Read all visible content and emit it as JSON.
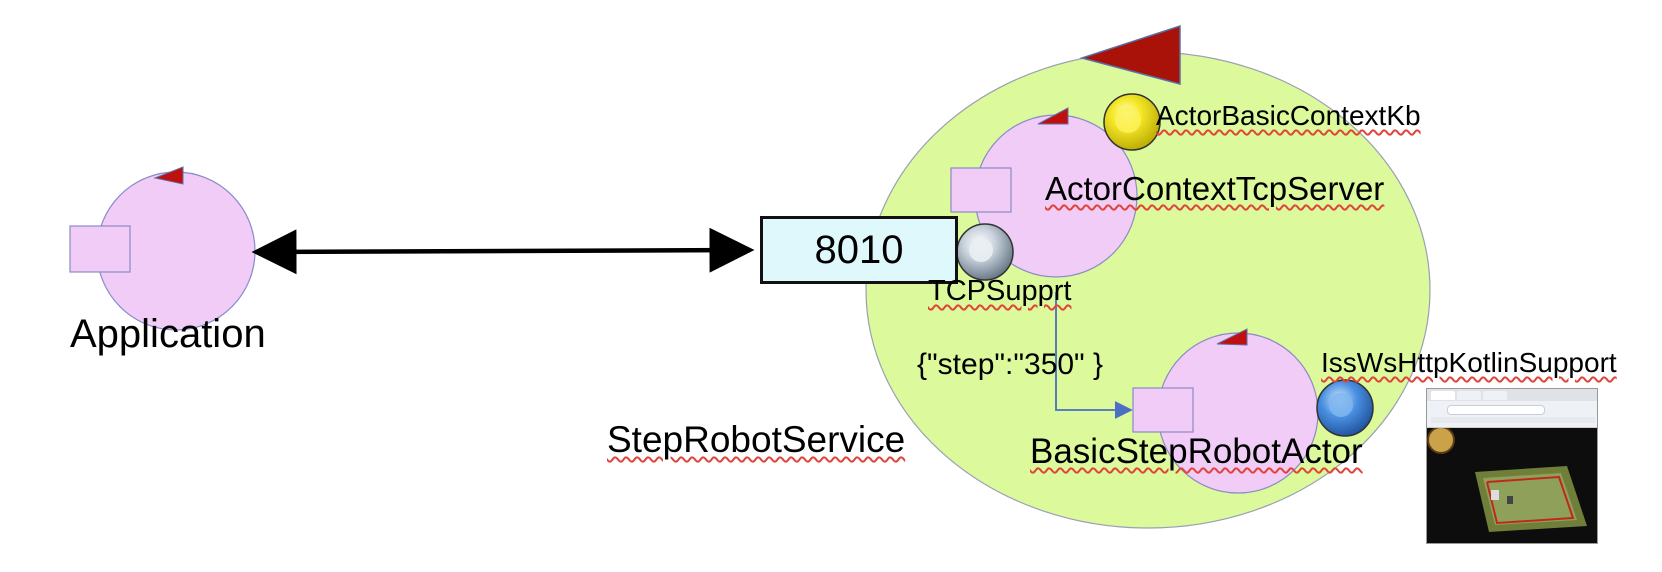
{
  "diagram": {
    "application_label": "Application",
    "port_label": "8010",
    "service_label": "StepRobotService",
    "context_kb_label": "ActorBasicContextKb",
    "tcp_server_label": "ActorContextTcpServer",
    "tcp_support_label": "TCPSupprt",
    "message_label": "{\"step\":\"350\" }",
    "robot_actor_label": "BasicStepRobotActor",
    "ws_support_label": "IssWsHttpKotlinSupport"
  },
  "colors": {
    "context_fill": "#dcf99b",
    "actor_fill": "#f0ccf7",
    "pointer": "#c0100e",
    "big_pointer": "#a81208",
    "kb_knob": "#f2e21b",
    "tcp_knob": "#b8c6d3",
    "ws_knob": "#4a90e0",
    "connector": "#4a6fc4"
  },
  "icons": {
    "context_kb": "yellow-knob-icon",
    "tcp_support": "grey-knob-icon",
    "ws_support": "blue-knob-icon",
    "virtual_robot": "browser-screenshot-icon"
  }
}
